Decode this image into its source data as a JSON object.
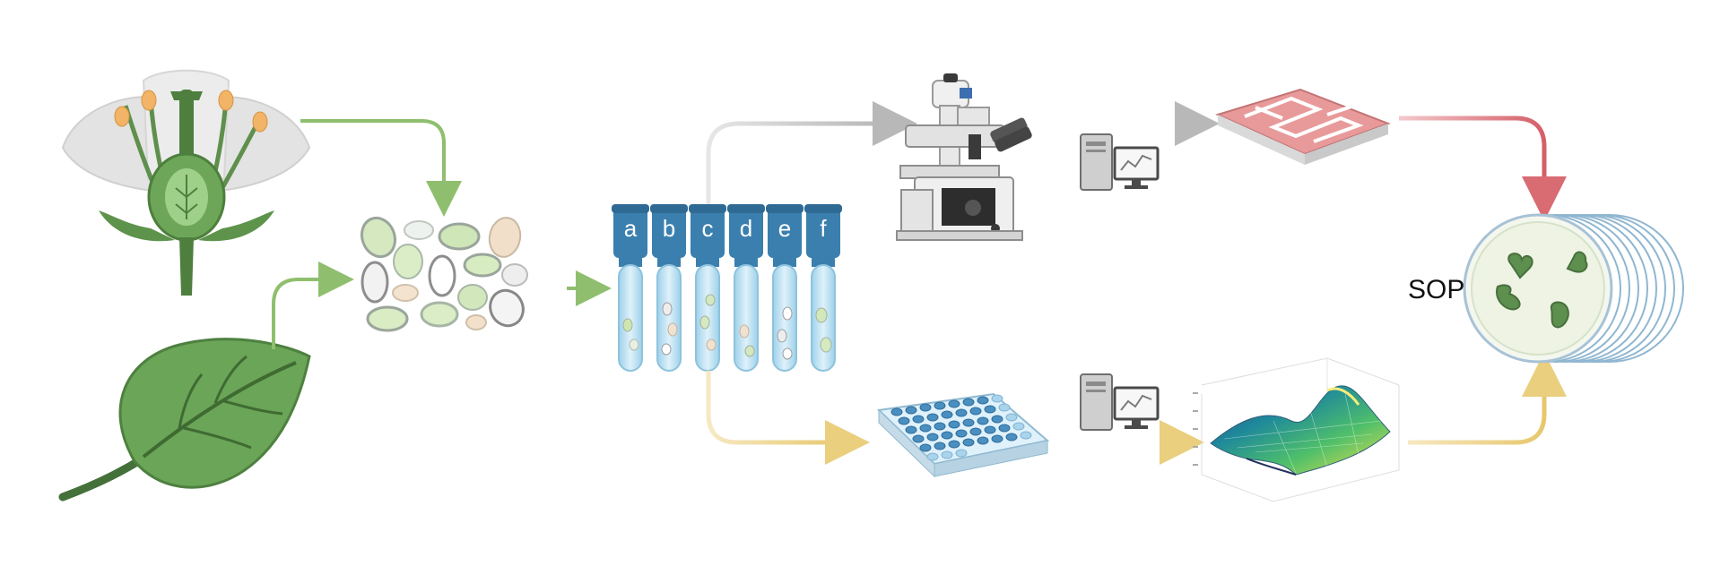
{
  "tubes": {
    "labels": [
      "a",
      "b",
      "c",
      "d",
      "e",
      "f"
    ]
  },
  "result": {
    "label": "SOP"
  },
  "colors": {
    "green_arrow": "#8fbf6e",
    "gray_arrow": "#bdbdbd",
    "red_arrow": "#d96b73",
    "yellow_arrow": "#e9cf7e",
    "leaf": "#6ba558",
    "tube_cap": "#3b7fae",
    "tube_liquid": "#bfe2f3",
    "chip": "#e89a9a"
  },
  "icons": {
    "source_1": "flower-icon",
    "source_2": "leaf-icon",
    "cells": "protoplast-cells-icon",
    "microscope": "microscope-icon",
    "computer": "computer-icon",
    "chip": "microfluidic-chip-icon",
    "plate": "microplate-icon",
    "surface_plot": "3d-surface-plot-icon",
    "dishes": "petri-dish-stack-icon"
  }
}
